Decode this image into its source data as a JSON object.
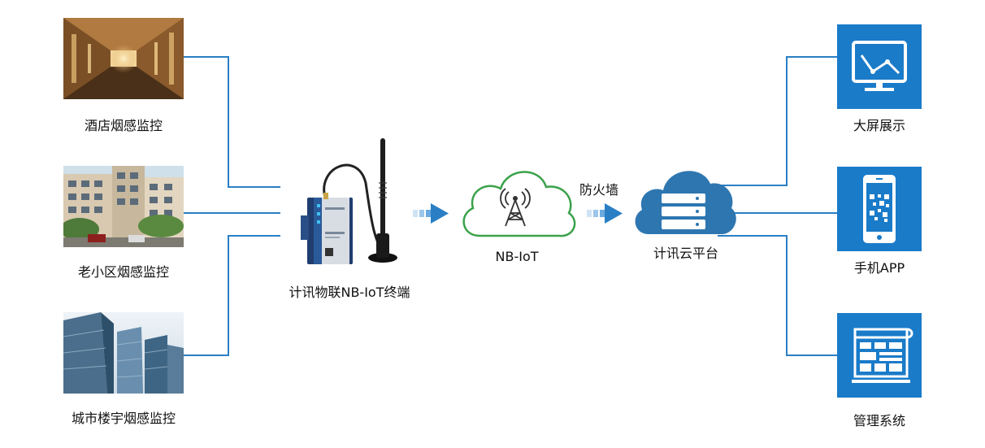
{
  "sources": [
    {
      "label": "酒店烟感监控"
    },
    {
      "label": "老小区烟感监控"
    },
    {
      "label": "城市楼宇烟感监控"
    }
  ],
  "terminal": {
    "label": "计讯物联NB-IoT终端"
  },
  "network": {
    "label": "NB-IoT"
  },
  "firewall": {
    "label": "防火墙"
  },
  "platform": {
    "label": "计讯云平台"
  },
  "outputs": [
    {
      "label": "大屏展示",
      "icon": "monitor-chart-icon"
    },
    {
      "label": "手机APP",
      "icon": "smartphone-qr-icon"
    },
    {
      "label": "管理系统",
      "icon": "management-dashboard-icon"
    }
  ],
  "colors": {
    "line": "#2a7fc4",
    "tile": "#1a7bc9",
    "cloud_outline": "#3aa24a",
    "platform": "#2e76b0"
  }
}
